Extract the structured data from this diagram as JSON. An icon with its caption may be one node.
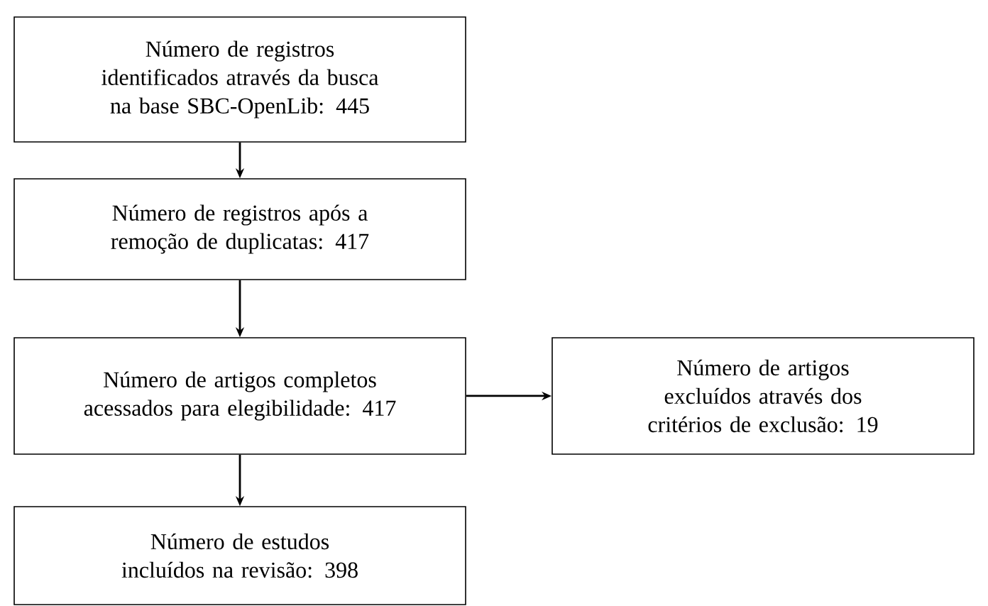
{
  "diagram": {
    "nodes": [
      {
        "text": [
          "Número de registros identificados através da busca na base SBC-OpenLib: 445"
        ]
      },
      {
        "text": [
          "Número de registros após a remoção de duplicatas: 417"
        ]
      },
      {
        "text": [
          "Número de artigos completos acessados para elegibilidade: 417"
        ]
      },
      {
        "text": [
          "Número de artigos excluídos através dos critérios de exclusão: 19"
        ]
      },
      {
        "text": [
          "Número de estudos incluídos na revisão: 398"
        ]
      }
    ],
    "edges": [
      {
        "from": 0,
        "to": 1,
        "arrow": "to"
      },
      {
        "from": 1,
        "to": 2,
        "arrow": "to"
      },
      {
        "from": 2,
        "to": 3,
        "arrow": "to"
      },
      {
        "from": 2,
        "to": 4,
        "arrow": "to"
      }
    ]
  }
}
